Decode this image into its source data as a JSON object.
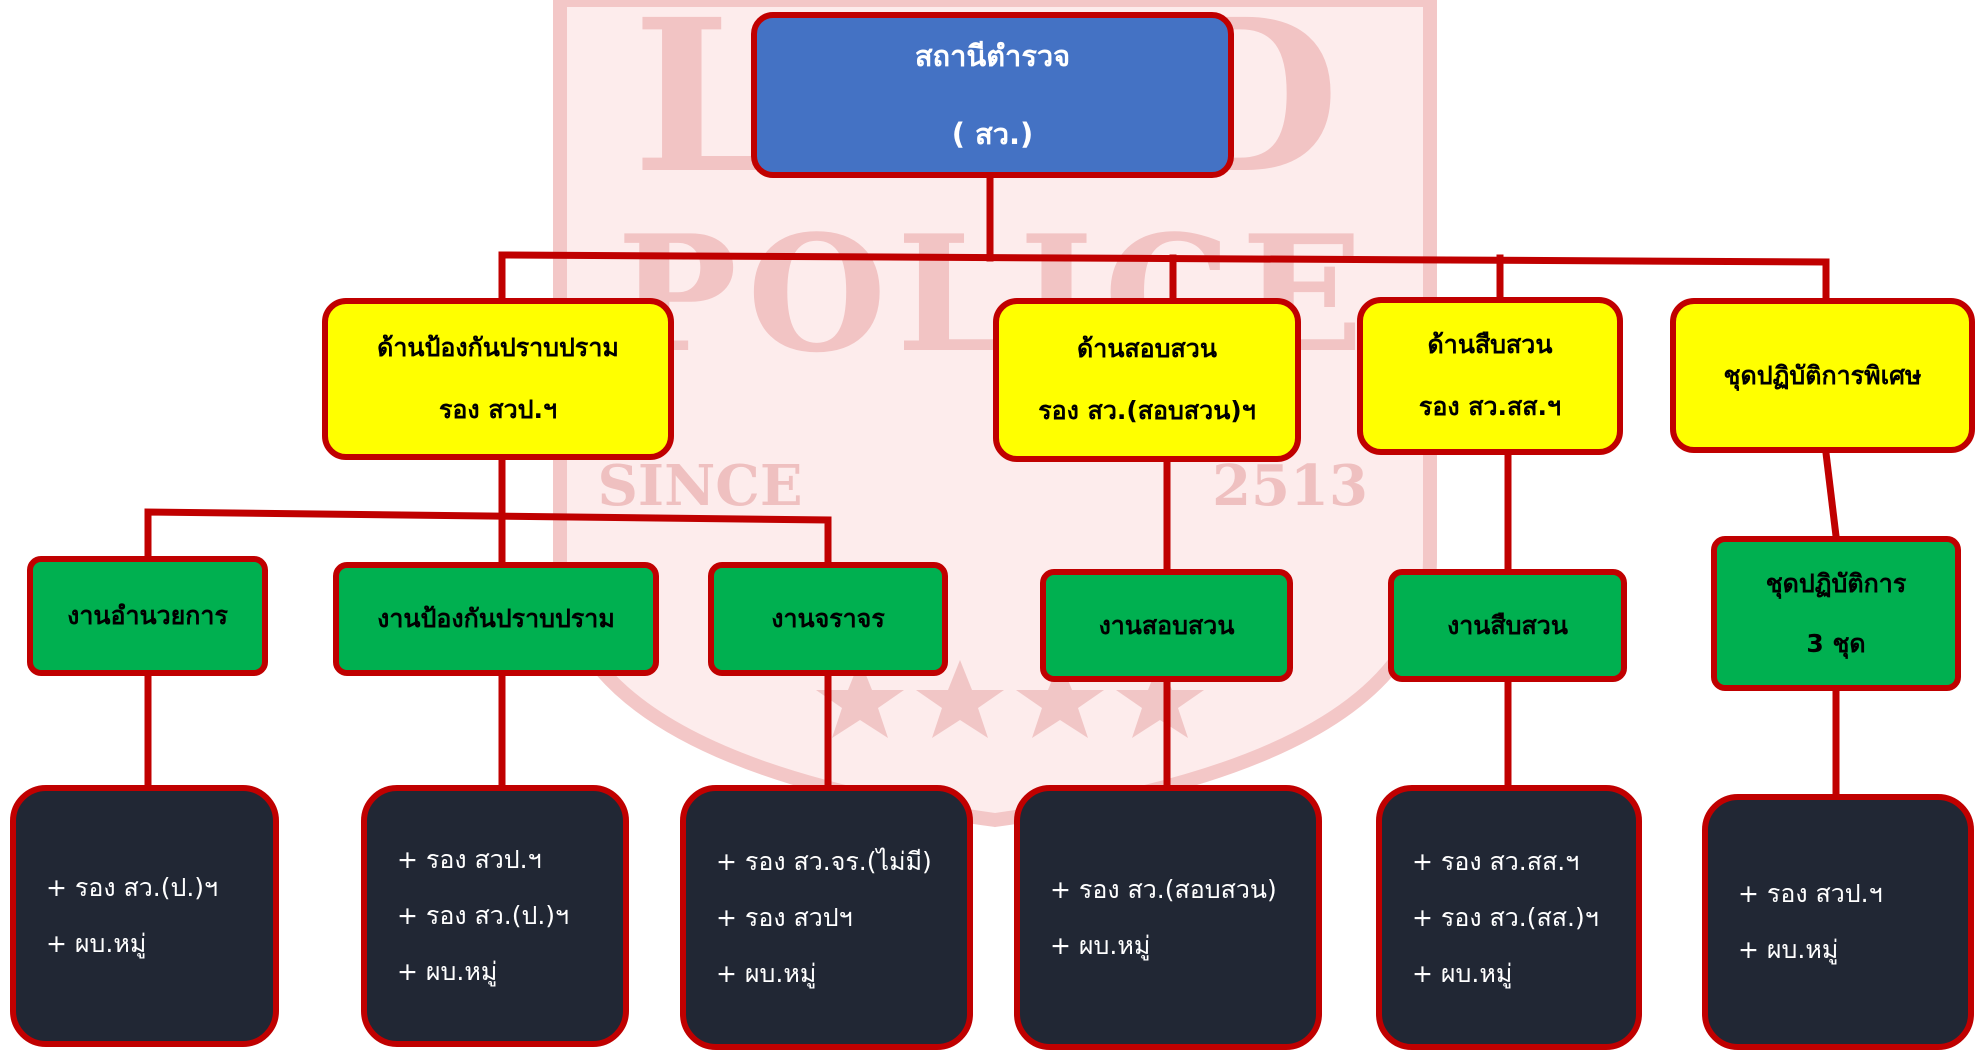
{
  "colors": {
    "connector": "#c00000",
    "root_fill": "#4472c4",
    "division_fill": "#ffff00",
    "unit_fill": "#00b050",
    "staff_fill": "#212734",
    "watermark": "#e6a0a0"
  },
  "watermark": {
    "top_text": "LEAD",
    "middle_text": "POLICE",
    "since_label": "SINCE",
    "year": "2513"
  },
  "root": {
    "line1": "สถานีตำรวจ",
    "line2": "( สว.)"
  },
  "divisions": [
    {
      "line1": "ด้านป้องกันปราบปราม",
      "line2": "รอง สวป.ฯ"
    },
    {
      "line1": "ด้านสอบสวน",
      "line2": "รอง สว.(สอบสวน)ฯ"
    },
    {
      "line1": "ด้านสืบสวน",
      "line2": "รอง สว.สส.ฯ"
    },
    {
      "line1": "ชุดปฏิบัติการพิเศษ"
    }
  ],
  "units": [
    {
      "line1": "งานอำนวยการ"
    },
    {
      "line1": "งานป้องกันปราบปราม"
    },
    {
      "line1": "งานจราจร"
    },
    {
      "line1": "งานสอบสวน"
    },
    {
      "line1": "งานสืบสวน"
    },
    {
      "line1": "ชุดปฏิบัติการ",
      "line2": "3 ชุด"
    }
  ],
  "staff": [
    {
      "items": [
        "+ รอง สว.(ป.)ฯ",
        "+ ผบ.หมู่"
      ]
    },
    {
      "items": [
        "+ รอง สวป.ฯ",
        "+ รอง สว.(ป.)ฯ",
        "+ ผบ.หมู่"
      ]
    },
    {
      "items": [
        "+ รอง สว.จร.(ไม่มี)",
        "+ รอง สวปฯ",
        "+ ผบ.หมู่"
      ]
    },
    {
      "items": [
        "+ รอง สว.(สอบสวน)",
        "+ ผบ.หมู่"
      ]
    },
    {
      "items": [
        "+ รอง สว.สส.ฯ",
        "+ รอง สว.(สส.)ฯ",
        "+ ผบ.หมู่"
      ]
    },
    {
      "items": [
        "+ รอง สวป.ฯ",
        "+ ผบ.หมู่"
      ]
    }
  ]
}
